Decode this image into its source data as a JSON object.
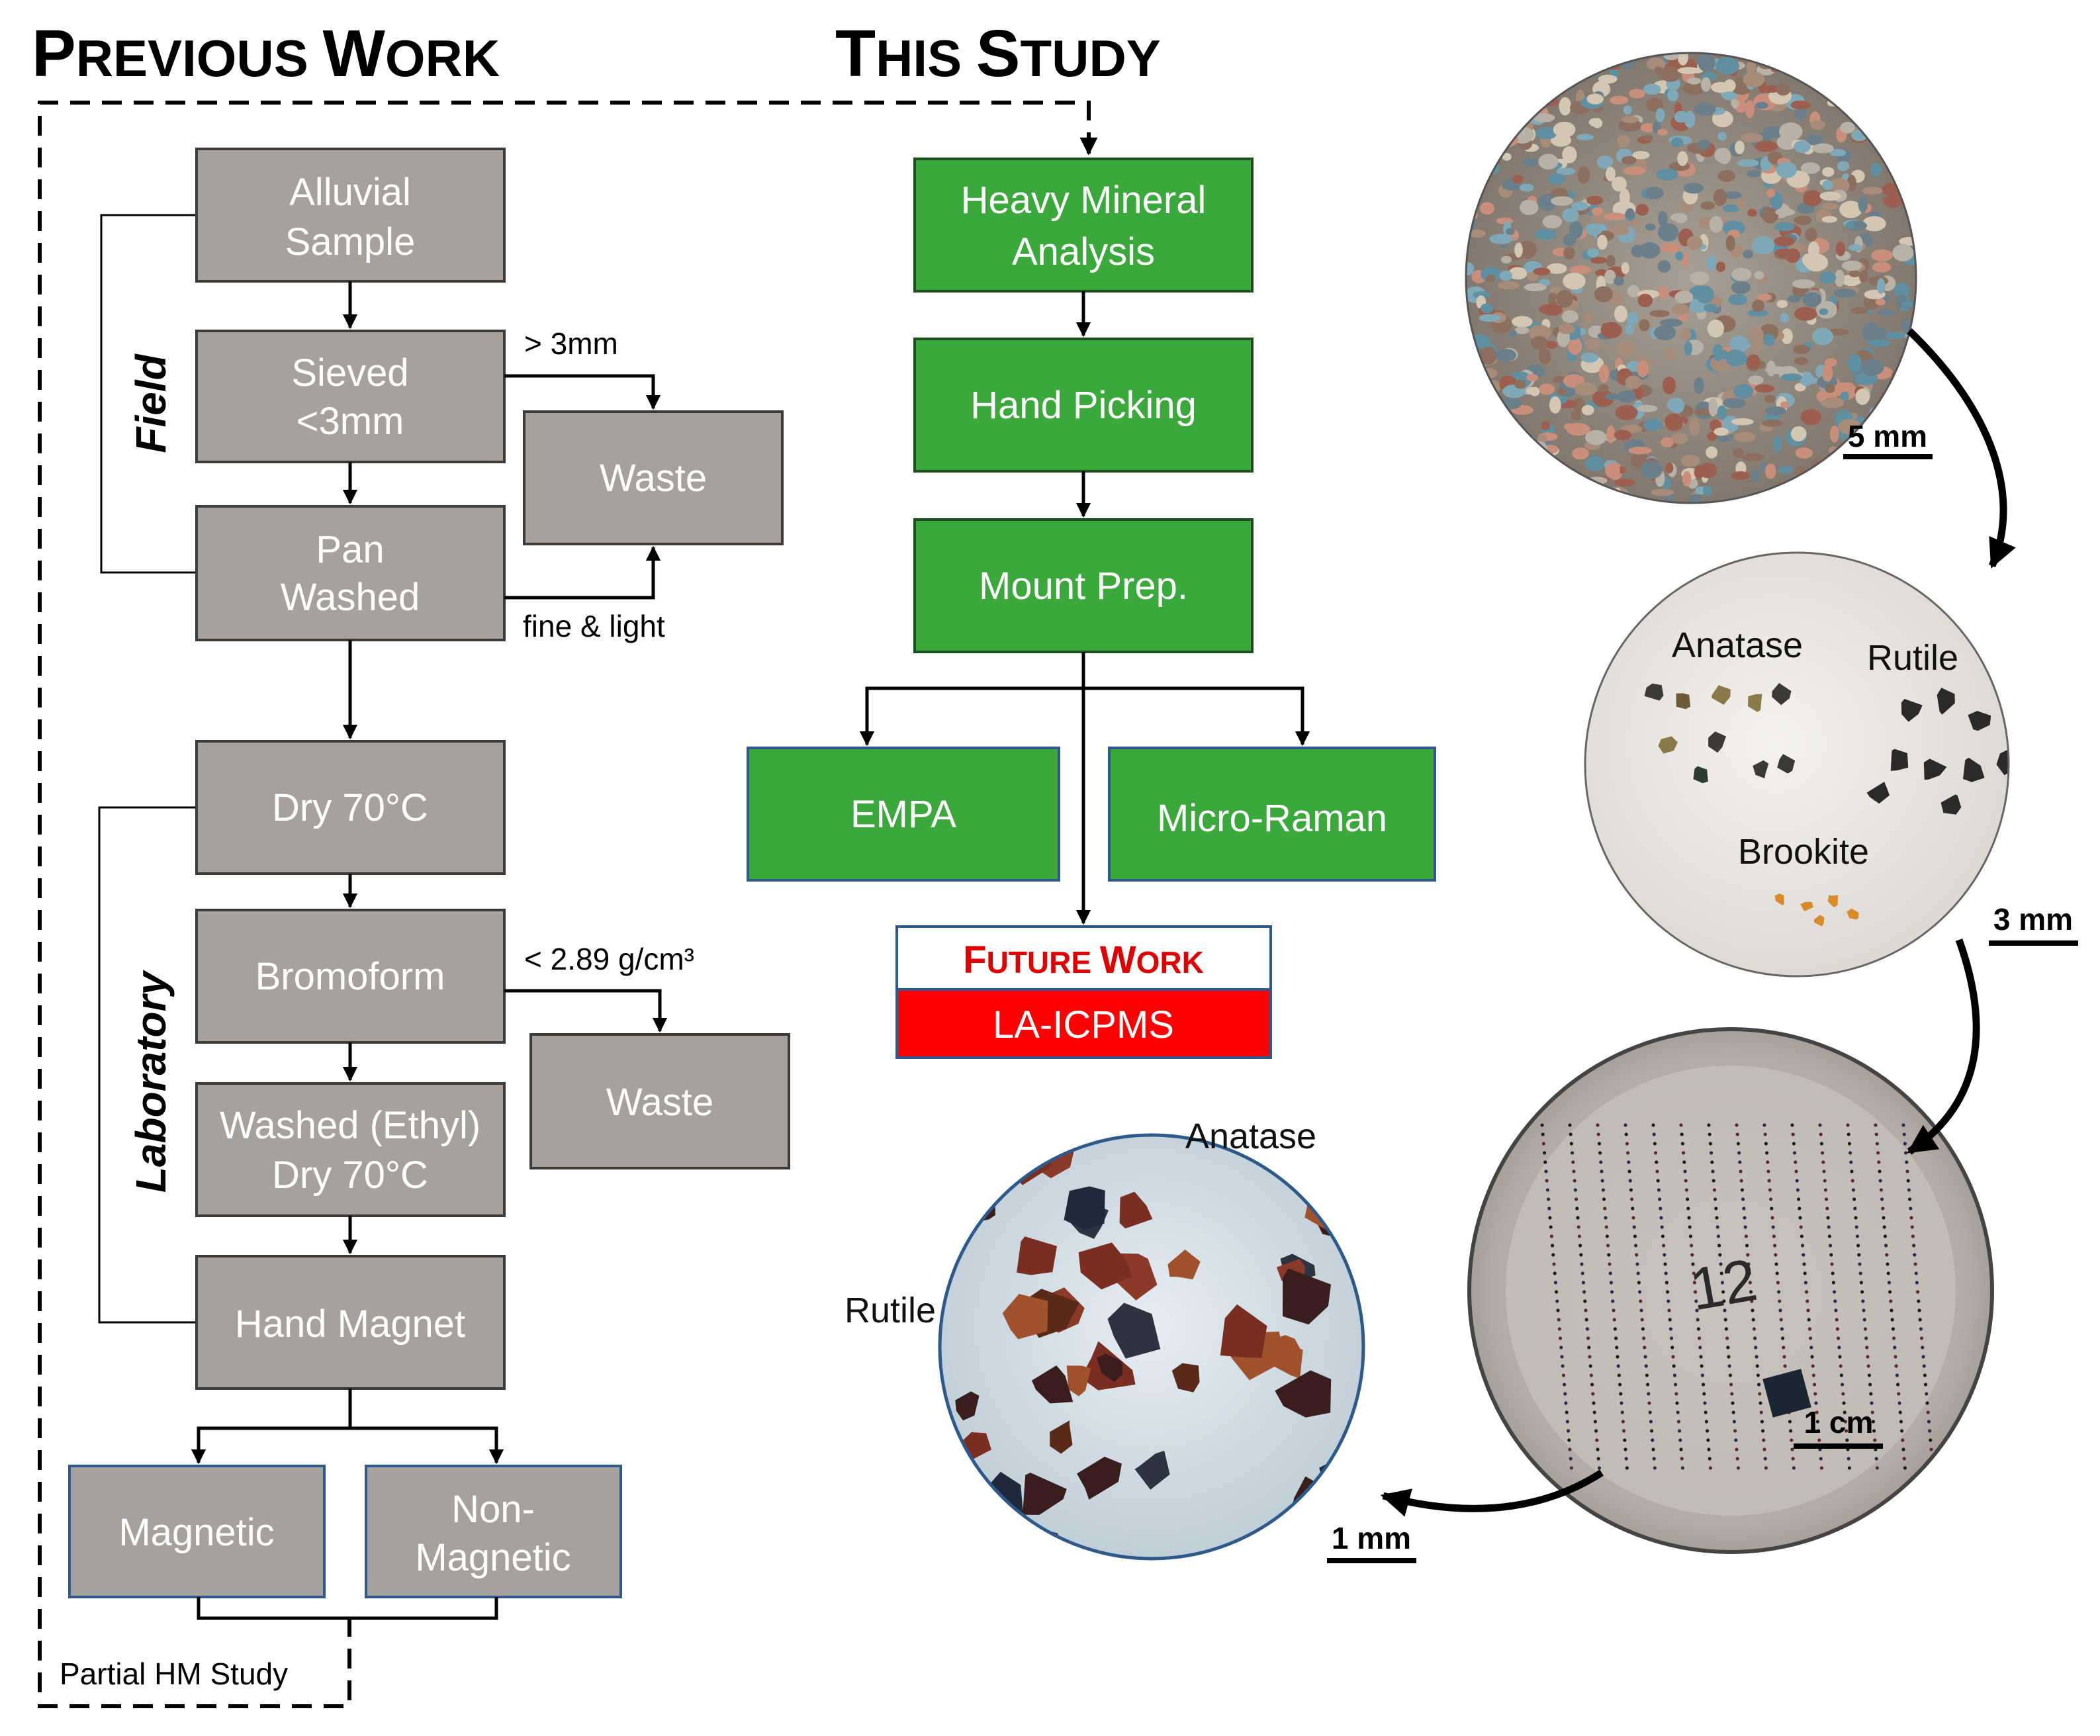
{
  "headings": {
    "previous_work": "Previous Work",
    "this_study": "This Study"
  },
  "previous_work": {
    "side_labels": {
      "field": "Field",
      "laboratory": "Laboratory"
    },
    "steps": {
      "alluvial_sample": [
        "Alluvial",
        "Sample"
      ],
      "sieved": [
        "Sieved",
        "<3mm"
      ],
      "waste_1": "Waste",
      "pan_washed": [
        "Pan",
        "Washed"
      ],
      "dry": "Dry 70°C",
      "bromoform": "Bromoform",
      "waste_2": "Waste",
      "washed_ethyl": [
        "Washed (Ethyl)",
        "Dry 70°C"
      ],
      "hand_magnet": "Hand Magnet",
      "magnetic": "Magnetic",
      "non_magnetic": [
        "Non-",
        "Magnetic"
      ]
    },
    "notes": {
      "gt_3mm": "> 3mm",
      "fine_light": "fine & light",
      "density": "< 2.89 g/cm³"
    },
    "footer": "Partial HM Study"
  },
  "this_study": {
    "steps": {
      "hma": [
        "Heavy Mineral",
        "Analysis"
      ],
      "hand_picking": "Hand Picking",
      "mount_prep": "Mount Prep.",
      "empa": "EMPA",
      "micro_raman": "Micro-Raman"
    },
    "future_work": {
      "title": "Future Work",
      "method": "LA-ICPMS"
    }
  },
  "photos": {
    "sediment": {
      "scale": "5 mm"
    },
    "separated_grains": {
      "labels": [
        "Anatase",
        "Rutile",
        "Brookite"
      ],
      "scale": "3 mm"
    },
    "epoxy_mount": {
      "scale": "1 cm",
      "labels": [
        "12"
      ]
    },
    "micrograph": {
      "labels": [
        "Anatase",
        "Rutile"
      ],
      "scale": "1 mm"
    }
  },
  "colors": {
    "grey_box": "#a7a19e",
    "green_box": "#3aa83a",
    "future_red": "#ff0000"
  }
}
